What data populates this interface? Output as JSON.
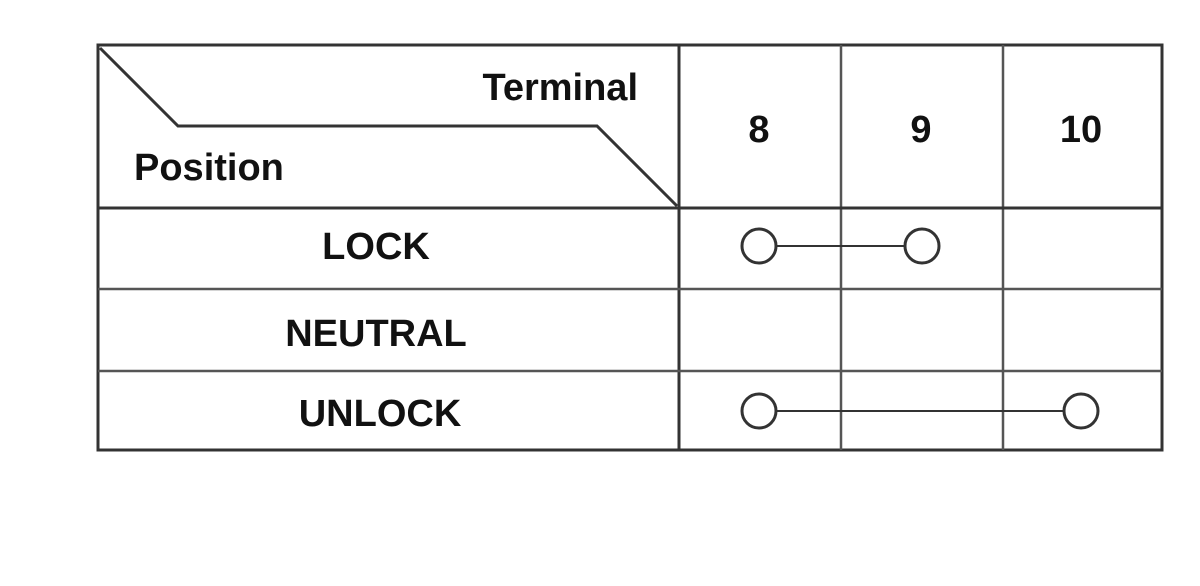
{
  "header": {
    "column_label": "Terminal",
    "row_label": "Position"
  },
  "terminals": [
    "8",
    "9",
    "10"
  ],
  "positions": [
    {
      "name": "LOCK",
      "connection": [
        "8",
        "9"
      ]
    },
    {
      "name": "NEUTRAL",
      "connection": []
    },
    {
      "name": "UNLOCK",
      "connection": [
        "8",
        "10"
      ]
    }
  ],
  "colors": {
    "line": "#333333",
    "text": "#111111",
    "background": "#ffffff"
  }
}
